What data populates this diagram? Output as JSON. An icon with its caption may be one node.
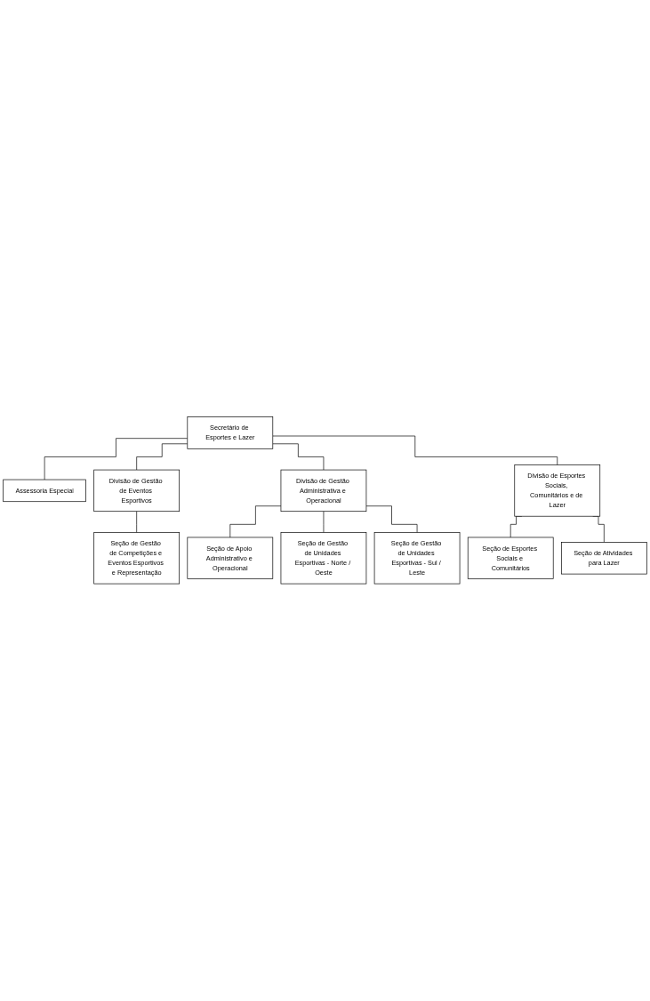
{
  "diagram": {
    "nodes": [
      {
        "text": [
          "Secretário de Esportes e Lazer"
        ]
      },
      {
        "text": [
          "Assessoria Especial"
        ]
      },
      {
        "text": [
          "Divisão de Gestão de Eventos Esportivos"
        ]
      },
      {
        "text": [
          "Divisão de Gestão Administrativa e Operacional"
        ]
      },
      {
        "text": [
          "Divisão de Esportes Sociais, Comunitários e de Lazer"
        ]
      },
      {
        "text": [
          "Seção de Gestão de Competições e Eventos Esportivos e Representação"
        ]
      },
      {
        "text": [
          "Seção de Apoio Administrativo e Operacional"
        ]
      },
      {
        "text": [
          "Seção de Esportes Sociais e Comunitários"
        ]
      },
      {
        "text": [
          "Seção de Gestão de Unidades Esportivas - Norte / Oeste"
        ]
      },
      {
        "text": [
          "Seção de Atividades para Lazer"
        ]
      },
      {
        "text": [
          "Seção de Gestão de Unidades Esportivas - Sul / Leste"
        ]
      }
    ],
    "edges": [
      {
        "from": 0,
        "to": 1,
        "arrow": "none"
      },
      {
        "from": 0,
        "to": 2,
        "arrow": "none"
      },
      {
        "from": 0,
        "to": 3,
        "arrow": "none"
      },
      {
        "from": 0,
        "to": 4,
        "arrow": "none"
      },
      {
        "from": 2,
        "to": 5,
        "arrow": "none"
      },
      {
        "from": 3,
        "to": 6,
        "arrow": "none"
      },
      {
        "from": 3,
        "to": 8,
        "arrow": "none"
      },
      {
        "from": 3,
        "to": 10,
        "arrow": "none"
      },
      {
        "from": 4,
        "to": 7,
        "arrow": "none"
      },
      {
        "from": 4,
        "to": 9,
        "arrow": "none"
      }
    ]
  }
}
